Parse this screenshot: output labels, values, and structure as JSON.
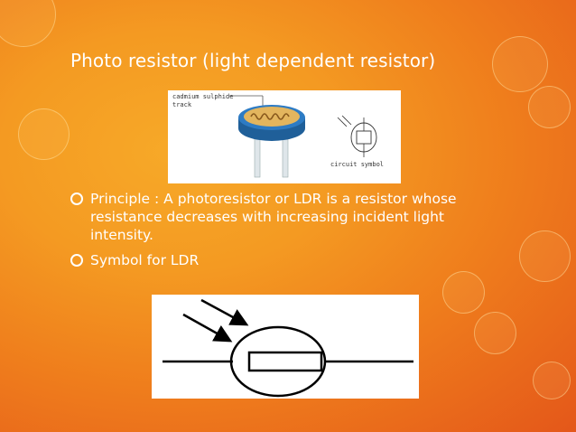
{
  "slide": {
    "title": "Photo resistor (light dependent resistor)",
    "figure1": {
      "labels": {
        "material": "cadmium sulphide track",
        "material_line1": "cadmium sulphide",
        "material_line2": "track",
        "symbol": "circuit symbol"
      }
    },
    "bullets": [
      {
        "text": "Principle : A photoresistor or LDR is a resistor whose resistance decreases with increasing incident light intensity."
      },
      {
        "text": "Symbol for LDR"
      }
    ]
  },
  "colors": {
    "background_center": "#f7a928",
    "background_edge": "#e4571a",
    "text": "#ffffff"
  }
}
